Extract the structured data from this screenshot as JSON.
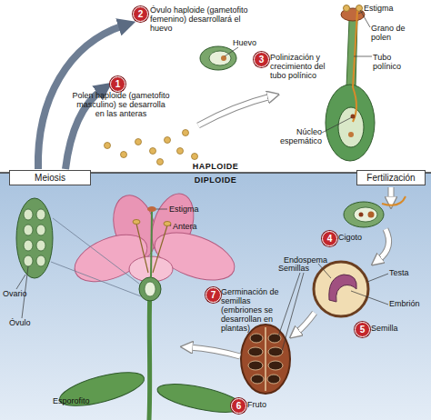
{
  "diagram": {
    "nodes": [
      {
        "text": [
          "Meiosis"
        ]
      },
      {
        "text": [
          "Fertilización"
        ]
      }
    ],
    "labels": [
      "1",
      "Polen haploide (gametofito masculino) se desarrolla en las anteras",
      "2",
      "Óvulo haploide (gametofito femenino) desarrollará el huevo",
      "Huevo",
      "3",
      "Polinización y crecimiento del tubo polínico",
      "Estigma",
      "Grano de polen",
      "Tubo polínico",
      "Núcleo espemático",
      "HAPLOIDE",
      "DIPLOIDE",
      "Estigma",
      "Antera",
      "Ovario",
      "Óvulo",
      "4",
      "Cigoto",
      "Endospema",
      "Testa",
      "Embrión",
      "5",
      "Semilla",
      "Semillas",
      "6",
      "Fruto",
      "7",
      "Germinación de semillas (embriones se desarrollan en plantas)",
      "Esporofito"
    ]
  }
}
